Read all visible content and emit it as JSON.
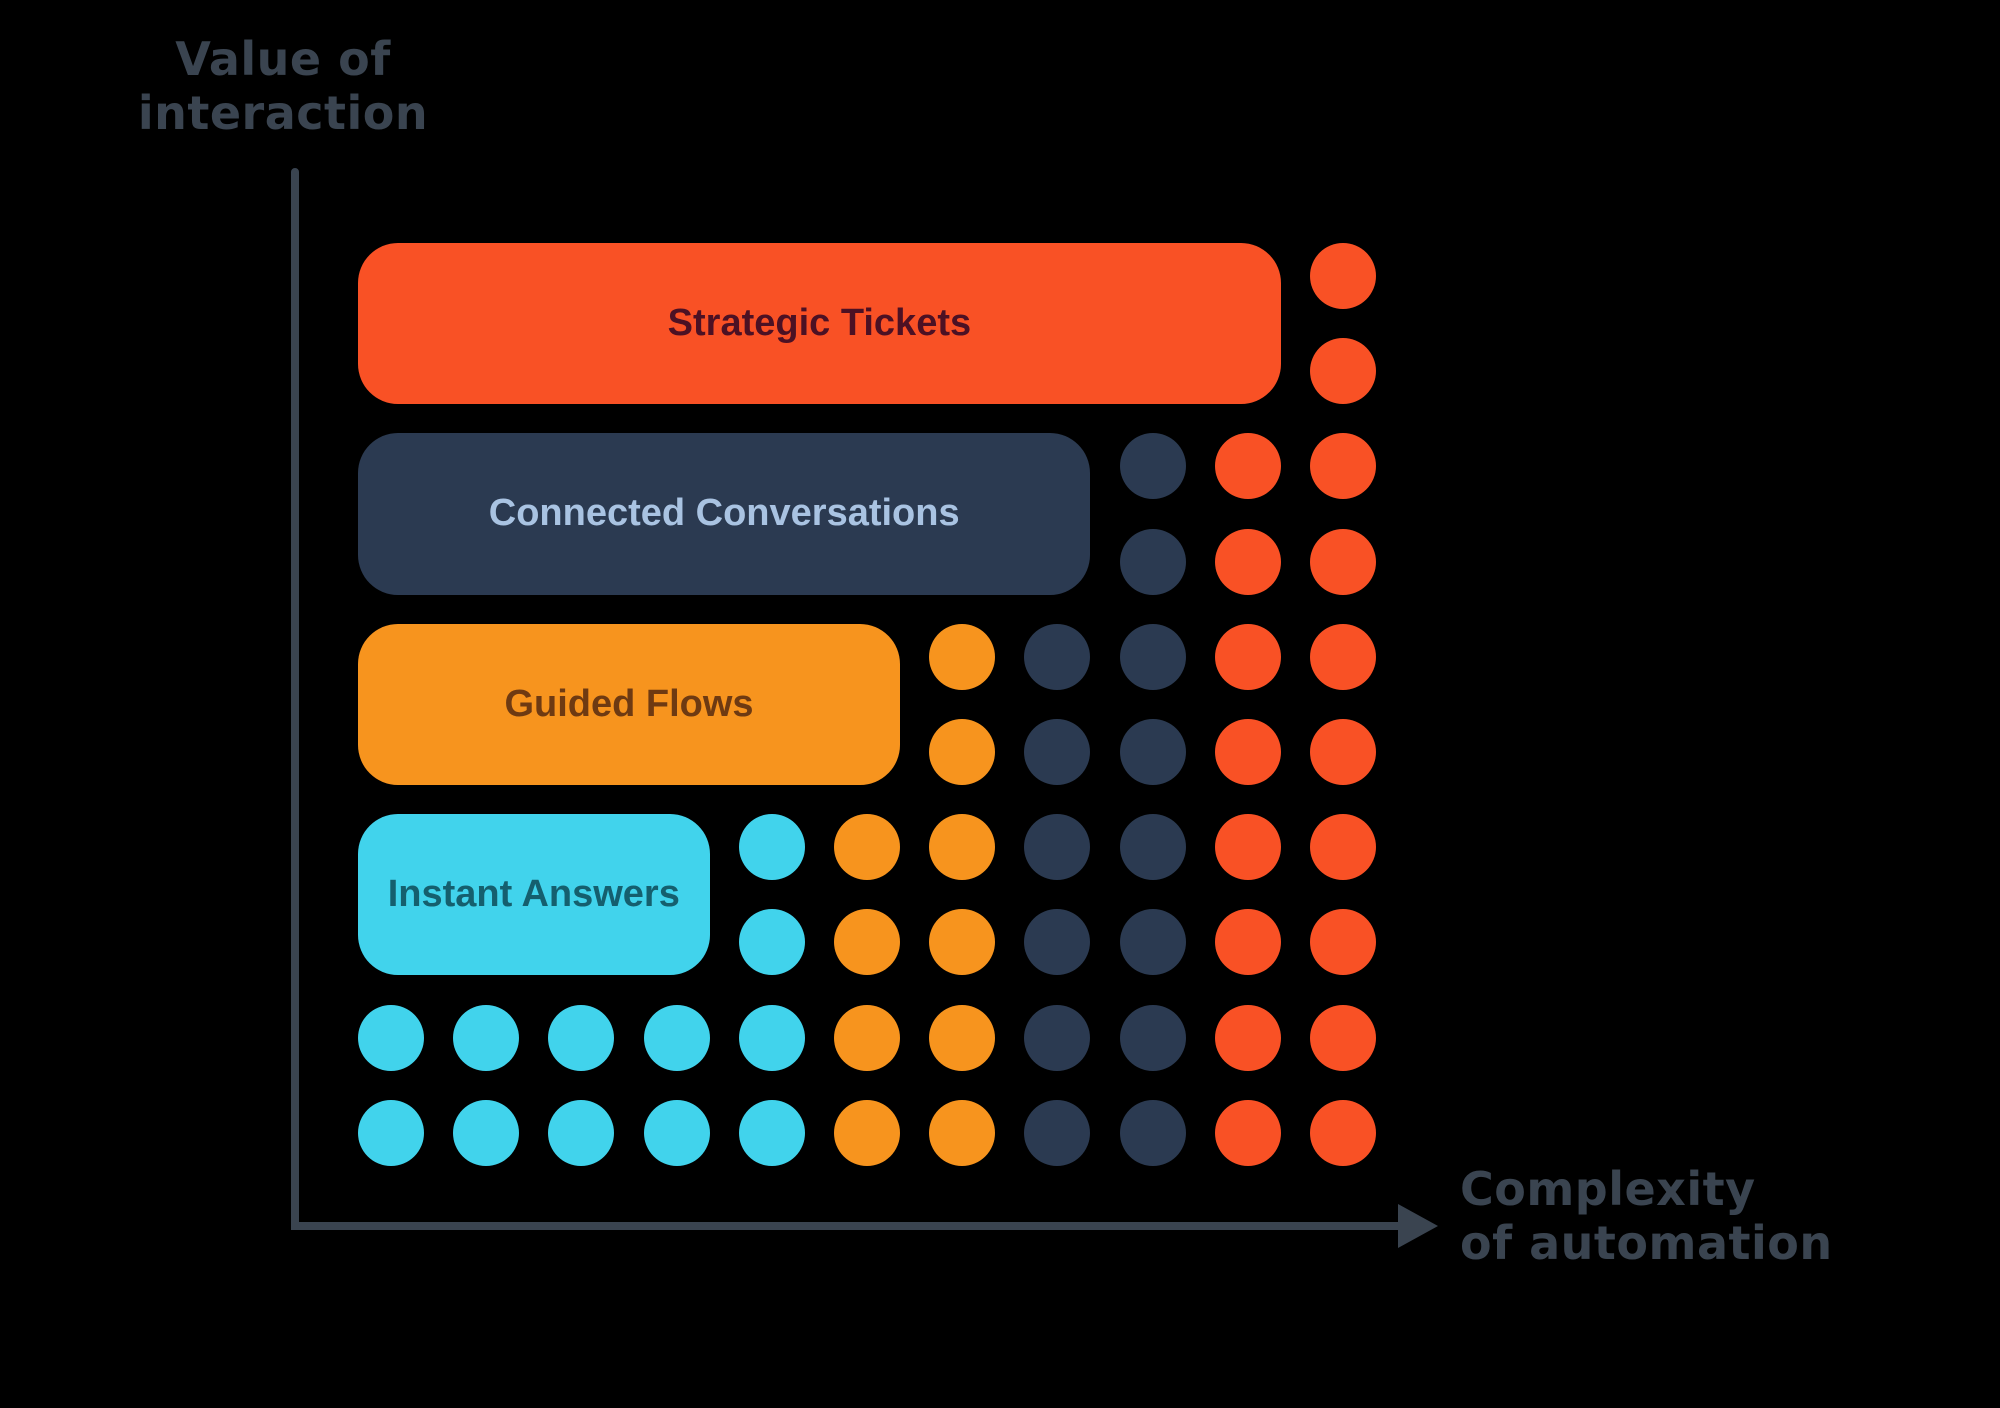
{
  "background": "#000000",
  "axes": {
    "color": "#3A4450",
    "y_label_lines": [
      "Value of",
      "interaction"
    ],
    "x_label_lines": [
      "Complexity",
      "of automation"
    ]
  },
  "palette": {
    "red": "#F95125",
    "navy": "#2B3A51",
    "orange": "#F7941E",
    "cyan": "#41D3EC"
  },
  "label_colors": {
    "red": "#4C1124",
    "navy": "#A9C3E2",
    "orange": "#6E3A12",
    "cyan": "#155F6E"
  },
  "grid": {
    "columns": 11,
    "rows_per_band": 2,
    "column_zones": [
      "cyan",
      "cyan",
      "cyan",
      "cyan",
      "cyan",
      "orange",
      "orange",
      "navy",
      "navy",
      "red",
      "red"
    ]
  },
  "bands": [
    {
      "box": {
        "label": "Strategic Tickets",
        "color": "red",
        "cols": 10
      }
    },
    {
      "box": {
        "label": "Connected Conversations",
        "color": "navy",
        "cols": 8
      }
    },
    {
      "box": {
        "label": "Guided Flows",
        "color": "orange",
        "cols": 6
      }
    },
    {
      "box": {
        "label": "Instant Answers",
        "color": "cyan",
        "cols": 4
      }
    },
    {
      "box": null
    }
  ]
}
